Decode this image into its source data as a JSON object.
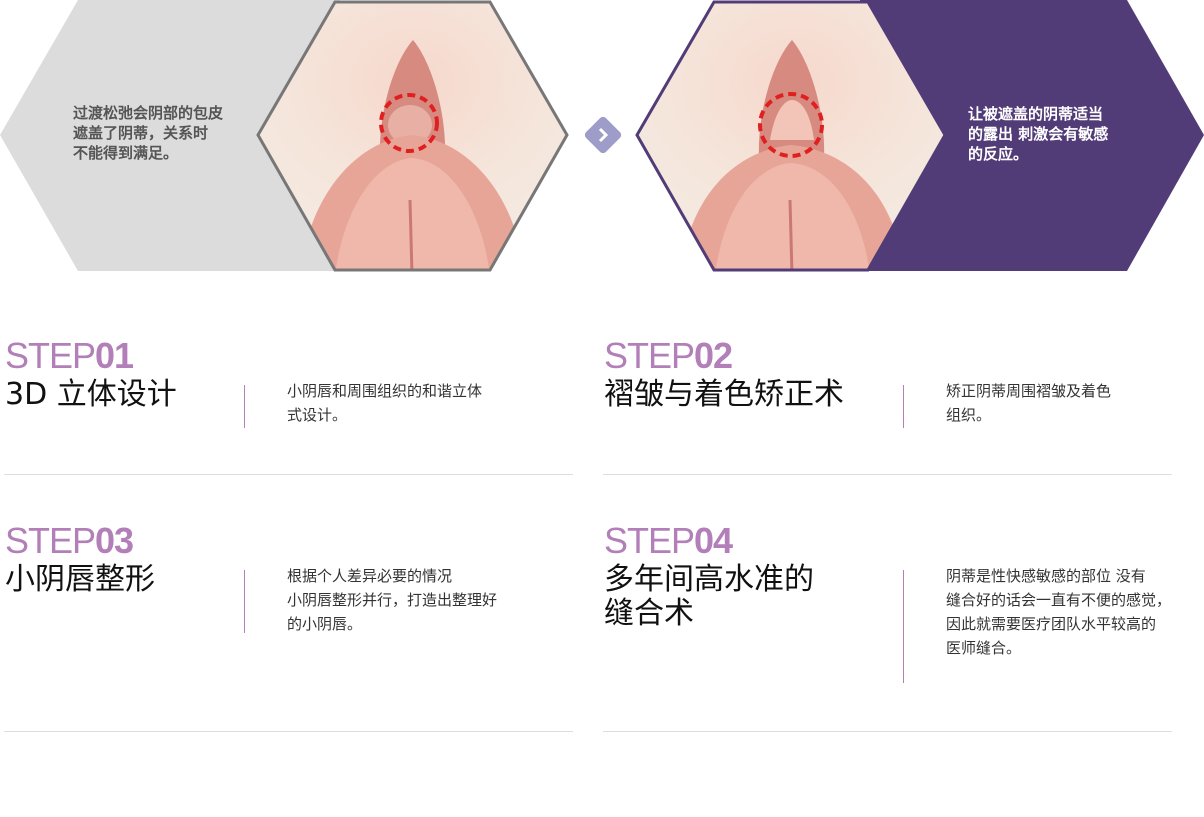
{
  "before": {
    "text_lines": [
      "过渡松弛会阴部的包皮",
      "遮盖了阴蒂，关系时",
      "不能得到满足。"
    ]
  },
  "after": {
    "text_lines": [
      "让被遮盖的阴蒂适当",
      "的露出 刺激会有敏感",
      "的反应。"
    ]
  },
  "colors": {
    "purple": "#523c77",
    "accent": "#b27fb8",
    "gray": "#dcdcdc",
    "arrow": "#9e9cc9"
  },
  "steps": [
    {
      "prefix": "STEP",
      "num": "01",
      "title_lines": [
        "3D 立体设计"
      ],
      "desc_lines": [
        "小阴唇和周围组织的和谐立体",
        "式设计。"
      ]
    },
    {
      "prefix": "STEP",
      "num": "02",
      "title_lines": [
        "褶皱与着色矫正术"
      ],
      "desc_lines": [
        "矫正阴蒂周围褶皱及着色",
        "组织。"
      ]
    },
    {
      "prefix": "STEP",
      "num": "03",
      "title_lines": [
        "小阴唇整形"
      ],
      "desc_lines": [
        "根据个人差异必要的情况",
        "小阴唇整形并行，打造出整理好",
        "的小阴唇。"
      ]
    },
    {
      "prefix": "STEP",
      "num": "04",
      "title_lines": [
        "多年间高水准的",
        "缝合术"
      ],
      "desc_lines": [
        "阴蒂是性快感敏感的部位 没有",
        "缝合好的话会一直有不便的感觉，",
        "因此就需要医疗团队水平较高的",
        "医师缝合。"
      ]
    }
  ]
}
